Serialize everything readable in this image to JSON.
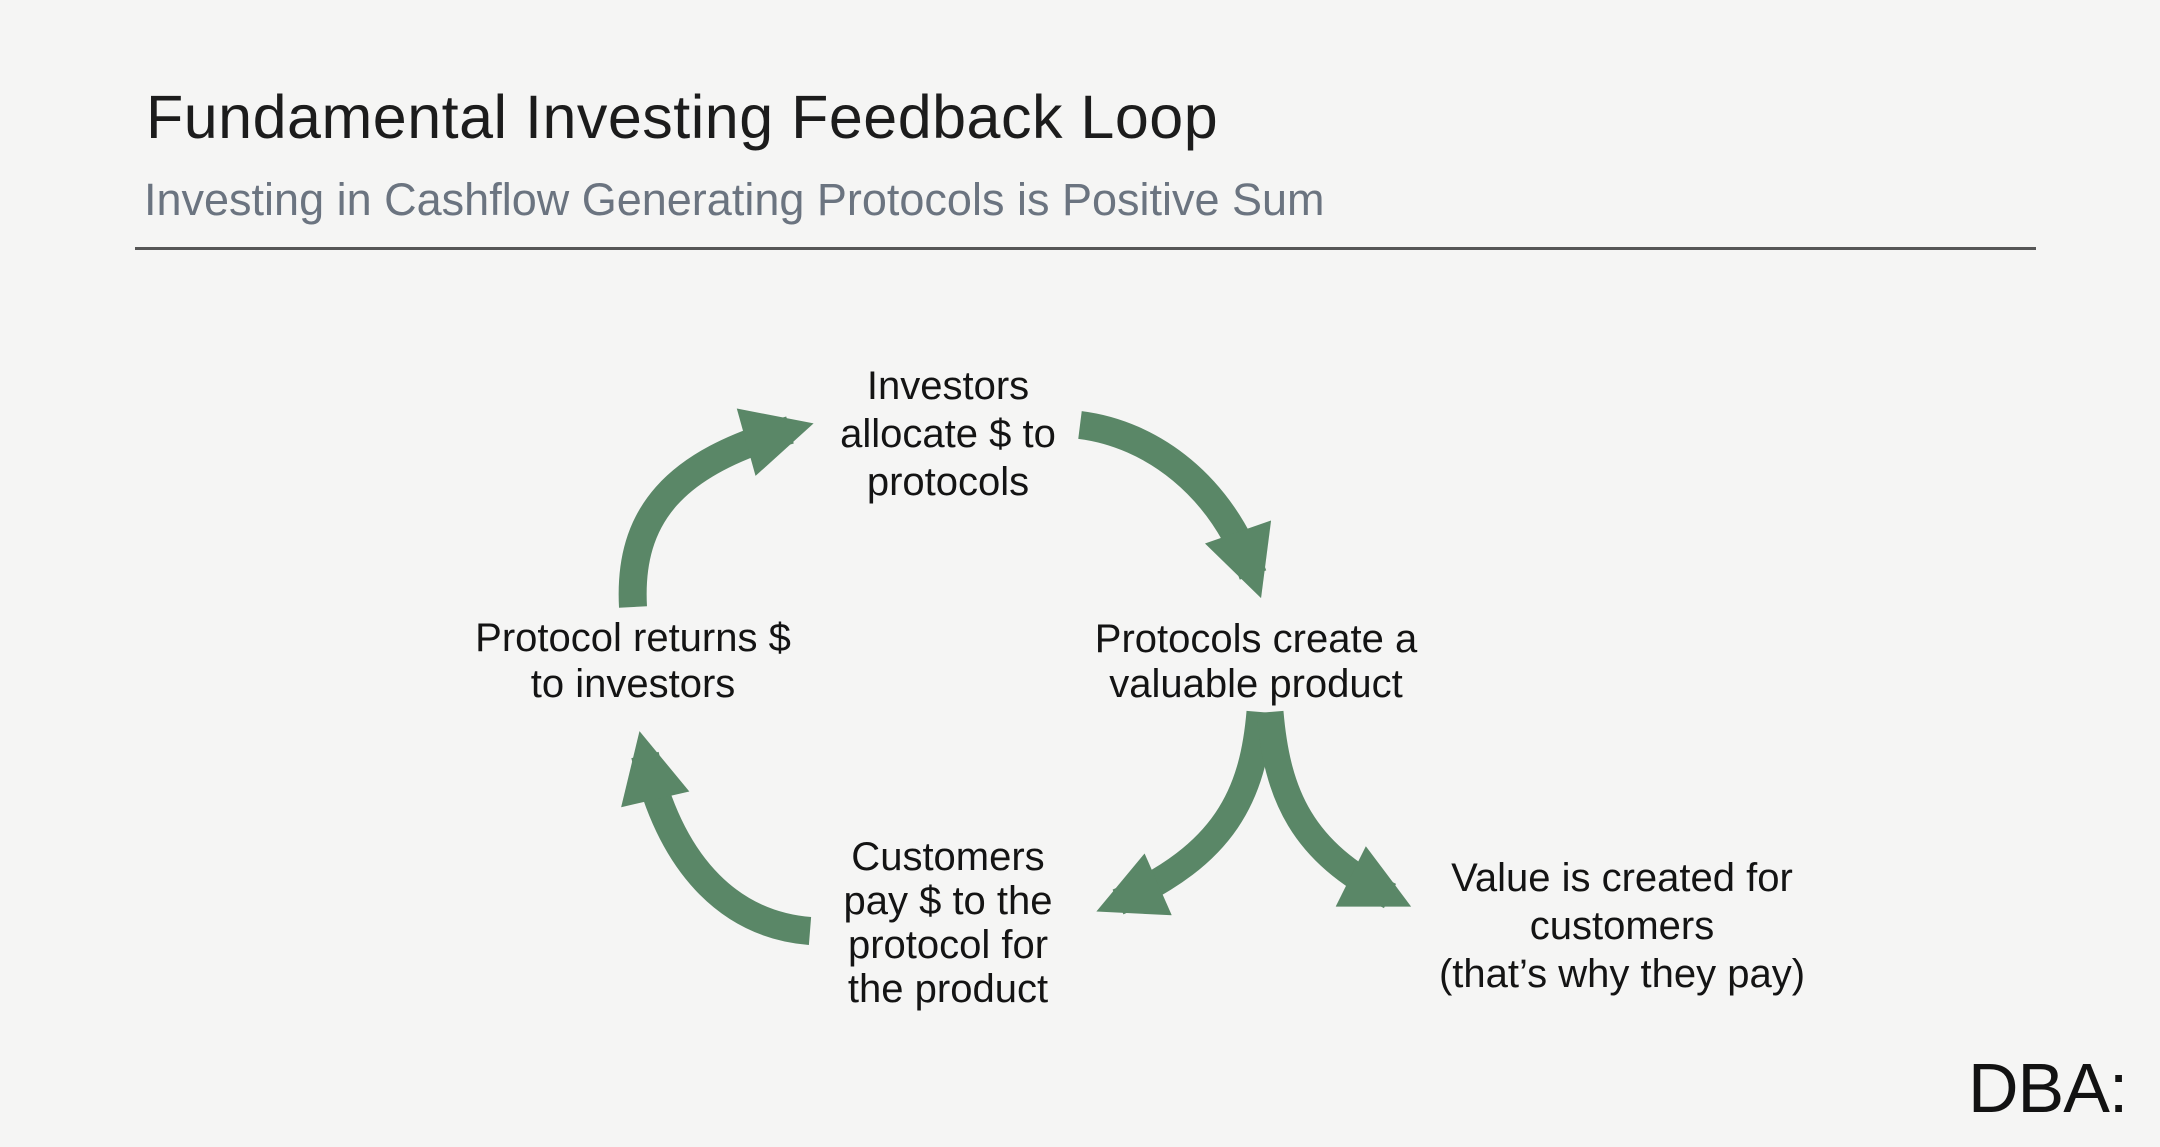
{
  "colors": {
    "background": "#f5f5f4",
    "arrow_green": "#5a8767",
    "title_text": "#1c1c1c",
    "subtitle_text": "#6b7480",
    "node_text": "#141414",
    "divider": "#565656"
  },
  "header": {
    "title": "Fundamental Investing Feedback Loop",
    "subtitle": "Investing in Cashflow Generating Protocols is Positive Sum"
  },
  "diagram": {
    "type": "cyclic-flow",
    "nodes": {
      "investors": {
        "lines": [
          "Investors",
          "allocate $ to",
          "protocols"
        ]
      },
      "protocols": {
        "lines": [
          "Protocols create a",
          "valuable product"
        ]
      },
      "returns": {
        "lines": [
          "Protocol returns $",
          "to investors"
        ]
      },
      "customers": {
        "lines": [
          "Customers",
          "pay $ to the",
          "protocol for",
          "the product"
        ]
      },
      "value": {
        "lines": [
          "Value is created for",
          "customers",
          "(that’s why they pay)"
        ]
      }
    },
    "flow": [
      {
        "from": "investors",
        "to": "protocols"
      },
      {
        "from": "protocols",
        "to": "customers"
      },
      {
        "from": "protocols",
        "to": "value"
      },
      {
        "from": "customers",
        "to": "returns"
      },
      {
        "from": "returns",
        "to": "investors"
      }
    ]
  },
  "footer": {
    "logo": "DBA:"
  }
}
